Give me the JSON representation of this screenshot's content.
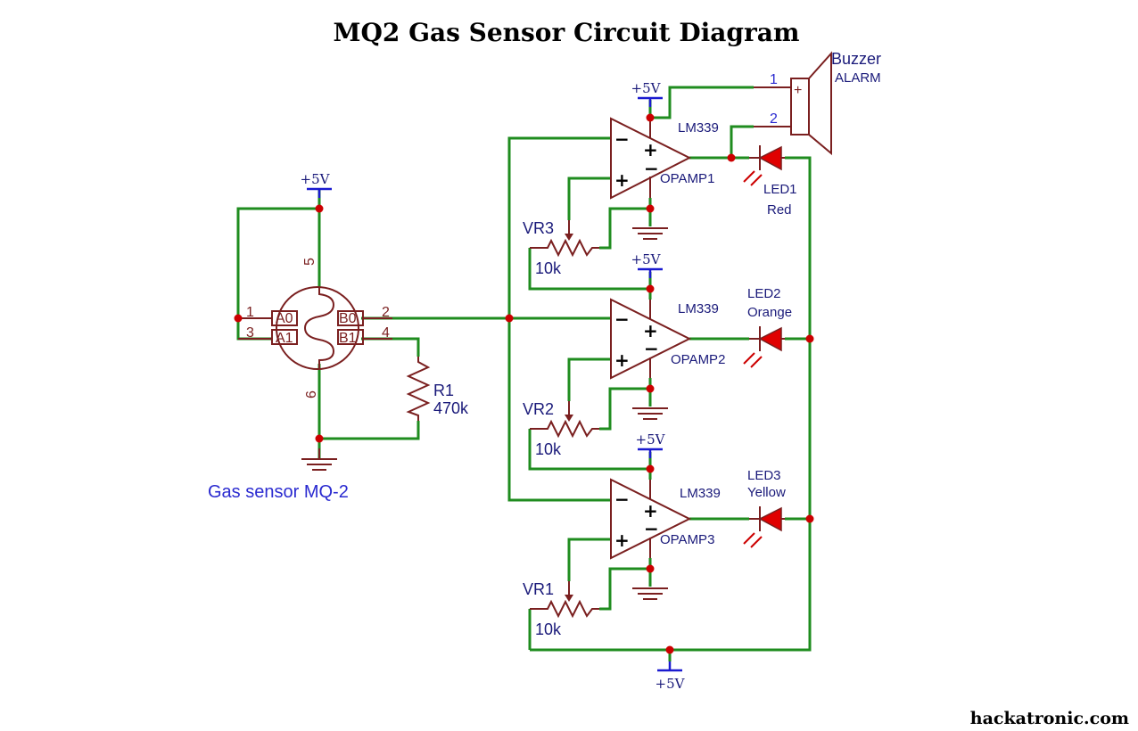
{
  "title": "MQ2 Gas Sensor Circuit Diagram",
  "credit": "hackatronic.com",
  "sensor": {
    "name": "Gas sensor MQ-2",
    "pins": [
      "1",
      "2",
      "3",
      "4",
      "5",
      "6"
    ],
    "pads": [
      "A0",
      "A1",
      "B0",
      "B1"
    ]
  },
  "power_label": "+5V",
  "resistor": {
    "name": "R1",
    "value": "470k"
  },
  "pots": [
    {
      "name": "VR3",
      "value": "10k"
    },
    {
      "name": "VR2",
      "value": "10k"
    },
    {
      "name": "VR1",
      "value": "10k"
    }
  ],
  "opamps": [
    {
      "chip": "LM339",
      "name": "OPAMP1"
    },
    {
      "chip": "LM339",
      "name": "OPAMP2"
    },
    {
      "chip": "LM339",
      "name": "OPAMP3"
    }
  ],
  "leds": [
    {
      "name": "LED1",
      "color": "Red"
    },
    {
      "name": "LED2",
      "color": "Orange"
    },
    {
      "name": "LED3",
      "color": "Yellow"
    }
  ],
  "buzzer": {
    "name": "Buzzer",
    "sub": "ALARM",
    "pin1": "1",
    "pin2": "2",
    "plus": "+"
  },
  "signs": {
    "minus": "−",
    "plus": "+"
  }
}
